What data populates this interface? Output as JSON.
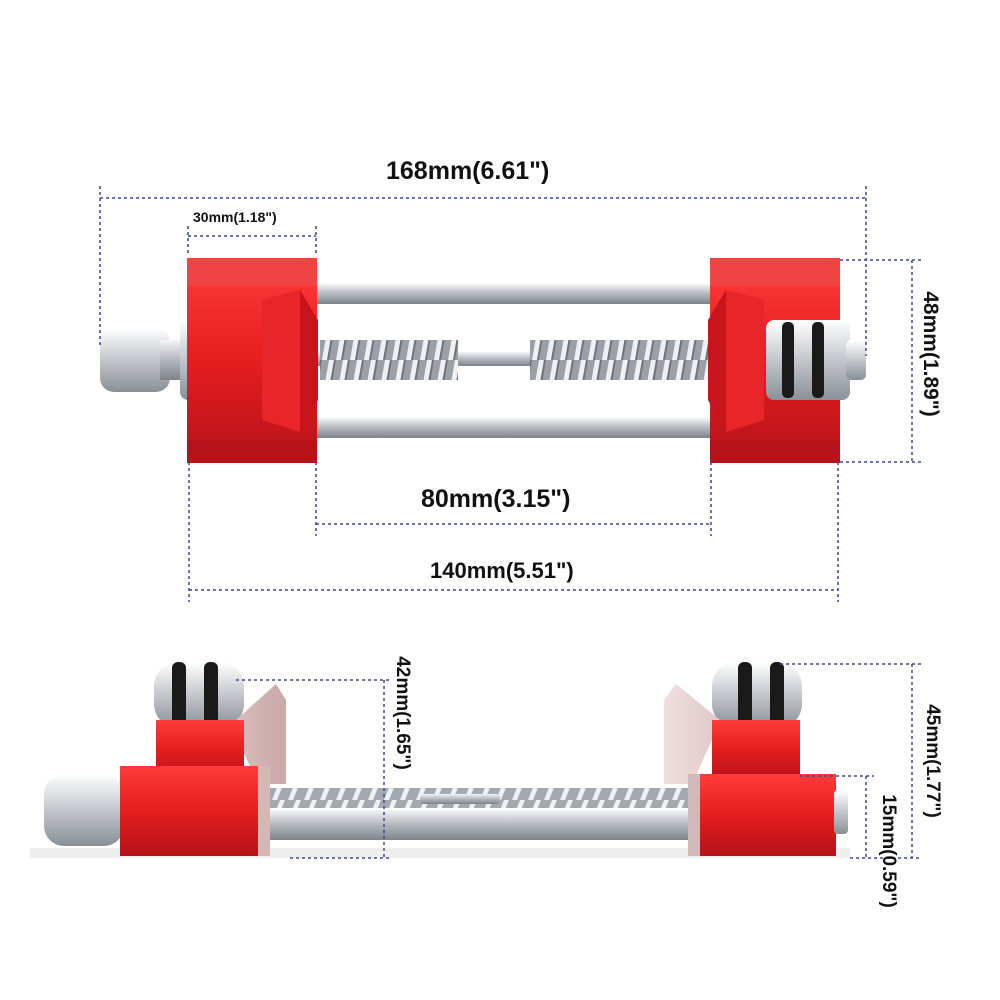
{
  "dimensions": {
    "overall_length": "168mm(6.61\")",
    "end_block_width": "30mm(1.18\")",
    "inner_gap": "80mm(3.15\")",
    "block_span": "140mm(5.51\")",
    "block_height": "48mm(1.89\")",
    "roller_height": "42mm(1.65\")",
    "total_height": "45mm(1.77\")",
    "rod_height": "15mm(0.59\")"
  },
  "colors": {
    "body_red": "#e51e1e",
    "dark_red": "#a8141a",
    "steel": "#c9cdd2",
    "dimension_line": "#3c4a8c"
  },
  "views": [
    "top-view",
    "side-view"
  ]
}
